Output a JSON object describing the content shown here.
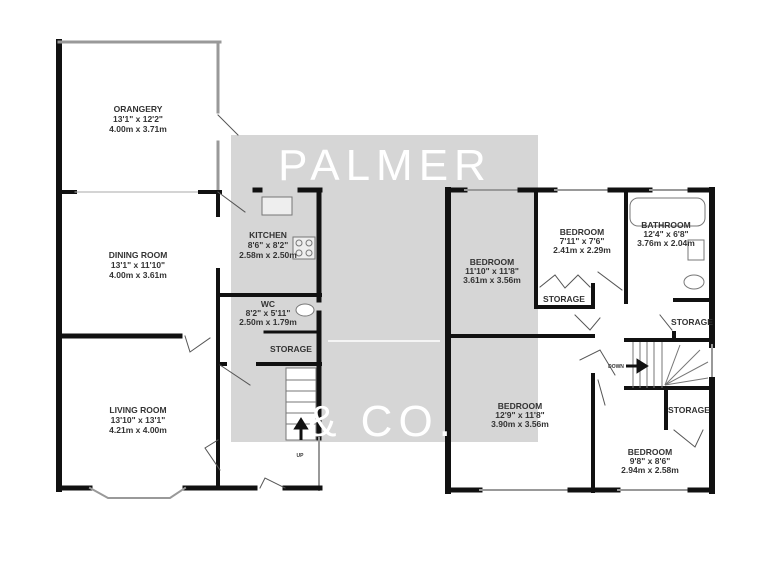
{
  "watermark": {
    "line1": "PALMER",
    "line2": "& CO.",
    "color": "#d6d6d6"
  },
  "ground_floor": {
    "rooms": [
      {
        "name": "ORANGERY",
        "imperial": "13'1\"  x 12'2\"",
        "metric": "4.00m  x 3.71m"
      },
      {
        "name": "DINING ROOM",
        "imperial": "13'1\"  x 11'10\"",
        "metric": "4.00m  x 3.61m"
      },
      {
        "name": "KITCHEN",
        "imperial": "8'6\"  x 8'2\"",
        "metric": "2.58m  x 2.50m"
      },
      {
        "name": "WC",
        "imperial": "8'2\"  x 5'11\"",
        "metric": "2.50m  x 1.79m"
      },
      {
        "name": "STORAGE"
      },
      {
        "name": "LIVING ROOM",
        "imperial": "13'10\"  x 13'1\"",
        "metric": "4.21m  x 4.00m"
      }
    ],
    "stair_label": "UP"
  },
  "first_floor": {
    "rooms": [
      {
        "name": "BEDROOM",
        "imperial": "11'10\"  x 11'8\"",
        "metric": "3.61m  x 3.56m"
      },
      {
        "name": "BEDROOM",
        "imperial": "7'11\"  x 7'6\"",
        "metric": "2.41m  x 2.29m"
      },
      {
        "name": "BATHROOM",
        "imperial": "12'4\"  x 6'8\"",
        "metric": "3.76m  x 2.04m"
      },
      {
        "name": "STORAGE"
      },
      {
        "name": "STORAGE"
      },
      {
        "name": "BEDROOM",
        "imperial": "12'9\"  x 11'8\"",
        "metric": "3.90m  x 3.56m"
      },
      {
        "name": "STORAGE"
      },
      {
        "name": "BEDROOM",
        "imperial": "9'8\"  x 8'6\"",
        "metric": "2.94m  x 2.58m"
      }
    ],
    "stair_label": "DOWN"
  }
}
